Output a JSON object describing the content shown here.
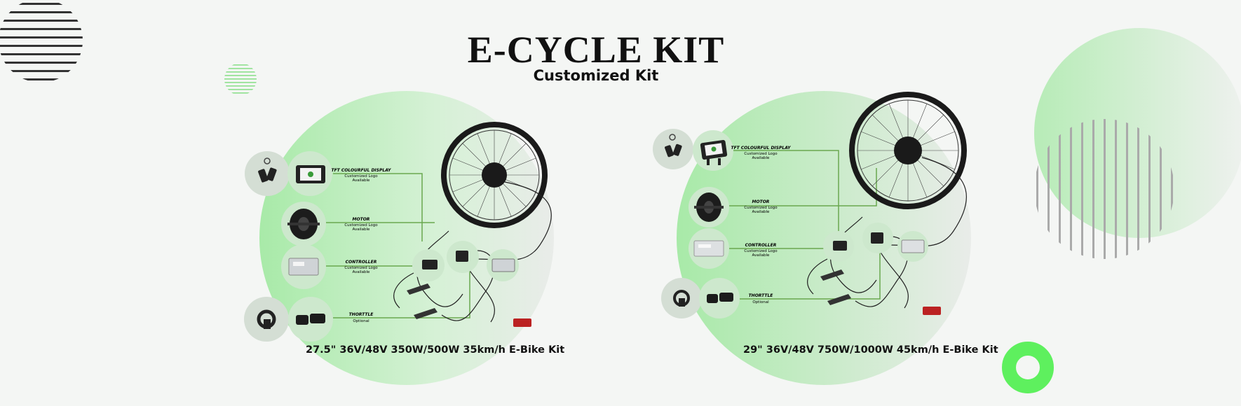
{
  "header": {
    "title": "E-CYCLE KIT",
    "subtitle": "Customized Kit"
  },
  "kits": [
    {
      "caption": "27.5\" 36V/48V 350W/500W 35km/h E-Bike Kit",
      "parts": [
        {
          "name": "TFT COLOURFUL DISPLAY",
          "note1": "Customized Logo",
          "note2": "Available"
        },
        {
          "name": "MOTOR",
          "note1": "Customized Logo",
          "note2": "Available"
        },
        {
          "name": "CONTROLLER",
          "note1": "Customized Logo",
          "note2": "Available"
        },
        {
          "name": "THORTTLE",
          "note1": "Optional",
          "note2": ""
        }
      ]
    },
    {
      "caption": "29\" 36V/48V 750W/1000W 45km/h E-Bike Kit",
      "parts": [
        {
          "name": "TFT COLOURFUL DISPLAY",
          "note1": "Customized Logo",
          "note2": "Available"
        },
        {
          "name": "MOTOR",
          "note1": "Customized Logo",
          "note2": "Available"
        },
        {
          "name": "CONTROLLER",
          "note1": "Customized Logo",
          "note2": "Available"
        },
        {
          "name": "THORTTLE",
          "note1": "Optional",
          "note2": ""
        }
      ]
    }
  ],
  "colors": {
    "accent_green": "#5ef05e",
    "soft_green": "#c9efc9",
    "line_green": "#6aa84f",
    "stripe_dark": "#333333"
  }
}
